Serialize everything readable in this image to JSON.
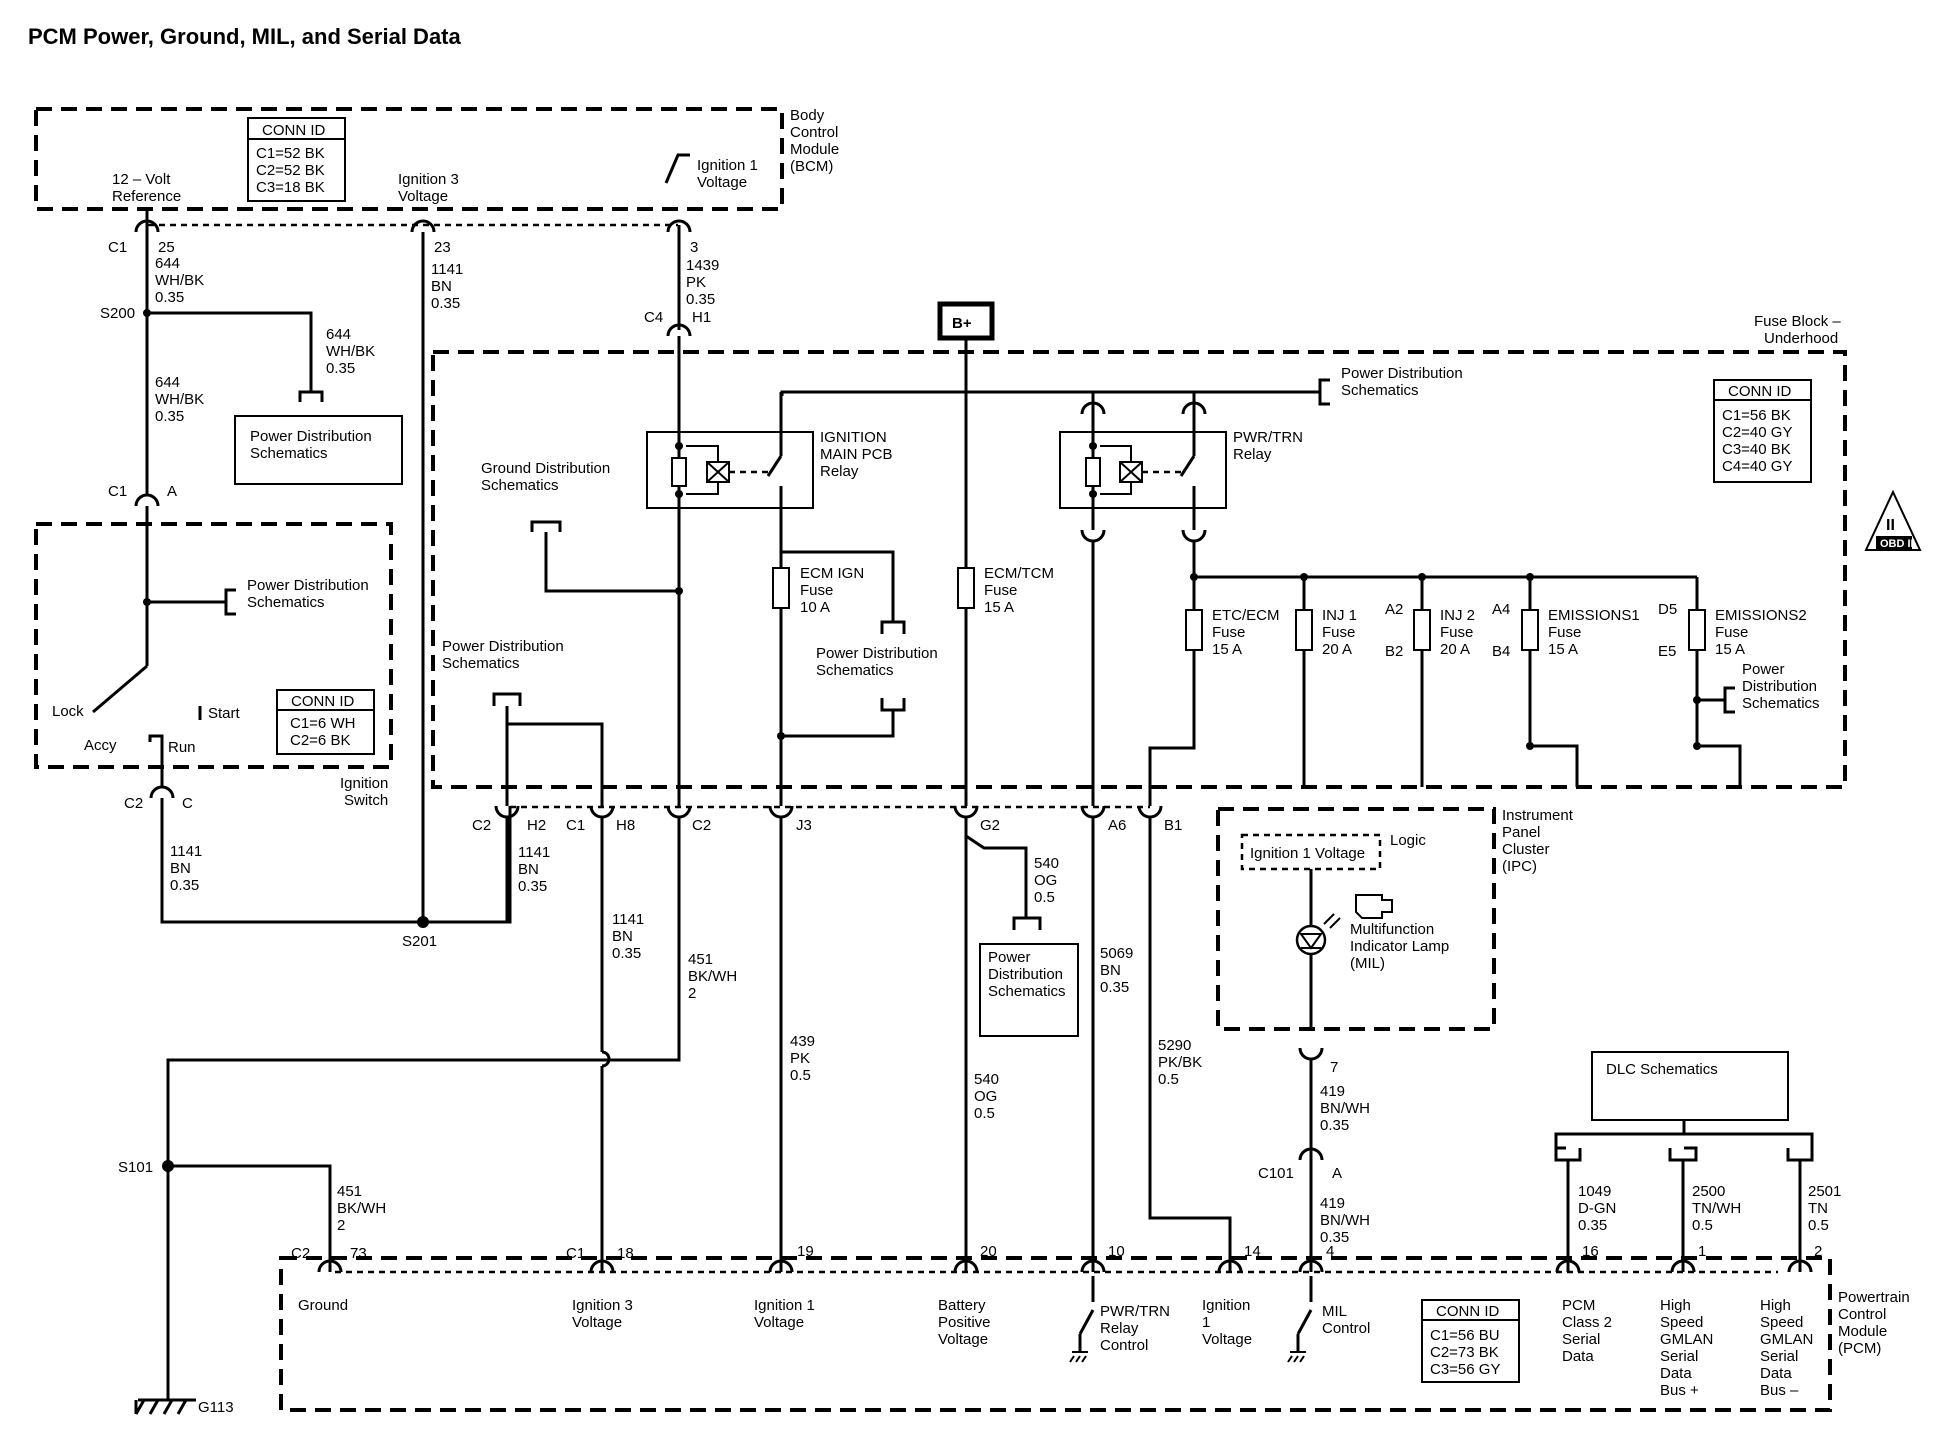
{
  "title": "PCM Power, Ground, MIL, and Serial Data",
  "bcm": {
    "name": [
      "Body",
      "Control",
      "Module",
      "(BCM)"
    ],
    "conn_id": {
      "header": "CONN ID",
      "rows": [
        "C1=52 BK",
        "C2=52 BK",
        "C3=18 BK"
      ]
    },
    "pin_12v": [
      "12 – Volt",
      "Reference"
    ],
    "pin_ign3": [
      "Ignition 3",
      "Voltage"
    ],
    "pin_ign1": [
      "Ignition 1",
      "Voltage"
    ]
  },
  "fuse_block": {
    "name": [
      "Fuse Block –",
      "Underhood"
    ],
    "conn_id": {
      "header": "CONN ID",
      "rows": [
        "C1=56 BK",
        "C2=40 GY",
        "C3=40 BK",
        "C4=40 GY"
      ]
    },
    "battery": "B+",
    "ignition_relay": [
      "IGNITION",
      "MAIN PCB",
      "Relay"
    ],
    "pwr_trn_relay": [
      "PWR/TRN",
      "Relay"
    ],
    "fuses": {
      "ecm_ign": [
        "ECM IGN",
        "Fuse",
        "10 A"
      ],
      "ecm_tcm": [
        "ECM/TCM",
        "Fuse",
        "15 A"
      ],
      "etc_ecm": [
        "ETC/ECM",
        "Fuse",
        "15 A"
      ],
      "inj1": [
        "INJ 1",
        "Fuse",
        "20 A"
      ],
      "inj2": [
        "INJ 2",
        "Fuse",
        "20 A"
      ],
      "emissions1": [
        "EMISSIONS1",
        "Fuse",
        "15 A"
      ],
      "emissions2": [
        "EMISSIONS2",
        "Fuse",
        "15 A"
      ]
    },
    "fuse_pins": {
      "inj2_in": "A2",
      "inj2_out": "B2",
      "em1_in": "A4",
      "em1_out": "B4",
      "em2_in": "D5",
      "em2_out": "E5"
    }
  },
  "ignition_switch": {
    "name": [
      "Ignition",
      "Switch"
    ],
    "conn_id": {
      "header": "CONN ID",
      "rows": [
        "C1=6 WH",
        "C2=6 BK"
      ]
    },
    "positions": {
      "lock": "Lock",
      "start": "Start",
      "accy": "Accy",
      "run": "Run"
    }
  },
  "ipc": {
    "name": [
      "Instrument",
      "Panel",
      "Cluster",
      "(IPC)"
    ],
    "logic": "Logic",
    "ign1": "Ignition 1 Voltage",
    "mil": [
      "Multifunction",
      "Indicator Lamp",
      "(MIL)"
    ]
  },
  "pcm": {
    "name": [
      "Powertrain",
      "Control",
      "Module",
      "(PCM)"
    ],
    "conn_id": {
      "header": "CONN ID",
      "rows": [
        "C1=56 BU",
        "C2=73 BK",
        "C3=56 GY"
      ]
    },
    "pins": {
      "ground": "Ground",
      "ign3": [
        "Ignition 3",
        "Voltage"
      ],
      "ign1": [
        "Ignition 1",
        "Voltage"
      ],
      "batt": [
        "Battery",
        "Positive",
        "Voltage"
      ],
      "pwrtrn": [
        "PWR/TRN",
        "Relay",
        "Control"
      ],
      "ign1b": [
        "Ignition",
        "1",
        "Voltage"
      ],
      "mil": [
        "MIL",
        "Control"
      ],
      "class2": [
        "PCM",
        "Class 2",
        "Serial",
        "Data"
      ],
      "hs_plus": [
        "High",
        "Speed",
        "GMLAN",
        "Serial",
        "Data",
        "Bus +"
      ],
      "hs_minus": [
        "High",
        "Speed",
        "GMLAN",
        "Serial",
        "Data",
        "Bus –"
      ]
    }
  },
  "refs": {
    "pds": [
      "Power Distribution",
      "Schematics"
    ],
    "pds3": [
      "Power",
      "Distribution",
      "Schematics"
    ],
    "gds": [
      "Ground Distribution",
      "Schematics"
    ],
    "dlc": "DLC Schematics"
  },
  "obd": "OBD II",
  "wires": {
    "w644a": [
      "644",
      "WH/BK",
      "0.35"
    ],
    "w644b": [
      "644",
      "WH/BK",
      "0.35"
    ],
    "w644c": [
      "644",
      "WH/BK",
      "0.35"
    ],
    "w1141a": [
      "1141",
      "BN",
      "0.35"
    ],
    "w1141b": [
      "1141",
      "BN",
      "0.35"
    ],
    "w1141c": [
      "1141",
      "BN",
      "0.35"
    ],
    "w1141d": [
      "1141",
      "BN",
      "0.35"
    ],
    "w1439": [
      "1439",
      "PK",
      "0.35"
    ],
    "w451a": [
      "451",
      "BK/WH",
      "2"
    ],
    "w451b": [
      "451",
      "BK/WH",
      "2"
    ],
    "w439": [
      "439",
      "PK",
      "0.5"
    ],
    "w540a": [
      "540",
      "OG",
      "0.5"
    ],
    "w540b": [
      "540",
      "OG",
      "0.5"
    ],
    "w5069": [
      "5069",
      "BN",
      "0.35"
    ],
    "w5290": [
      "5290",
      "PK/BK",
      "0.5"
    ],
    "w419a": [
      "419",
      "BN/WH",
      "0.35"
    ],
    "w419b": [
      "419",
      "BN/WH",
      "0.35"
    ],
    "w1049": [
      "1049",
      "D-GN",
      "0.35"
    ],
    "w2500": [
      "2500",
      "TN/WH",
      "0.5"
    ],
    "w2501": [
      "2501",
      "TN",
      "0.5"
    ]
  },
  "labels": {
    "c1": "C1",
    "c2": "C2",
    "c4": "C4",
    "c101": "C101",
    "s200": "S200",
    "s201": "S201",
    "s101": "S101",
    "g113": "G113",
    "p25": "25",
    "p23": "23",
    "p3": "3",
    "h1": "H1",
    "a": "A",
    "c": "C",
    "h2": "H2",
    "h8": "H8",
    "j3": "J3",
    "g2": "G2",
    "a6": "A6",
    "b1": "B1",
    "p7": "7",
    "p4": "4",
    "p73": "73",
    "p18": "18",
    "p19": "19",
    "p20": "20",
    "p10": "10",
    "p14": "14",
    "p16": "16",
    "p1": "1",
    "p2": "2"
  }
}
